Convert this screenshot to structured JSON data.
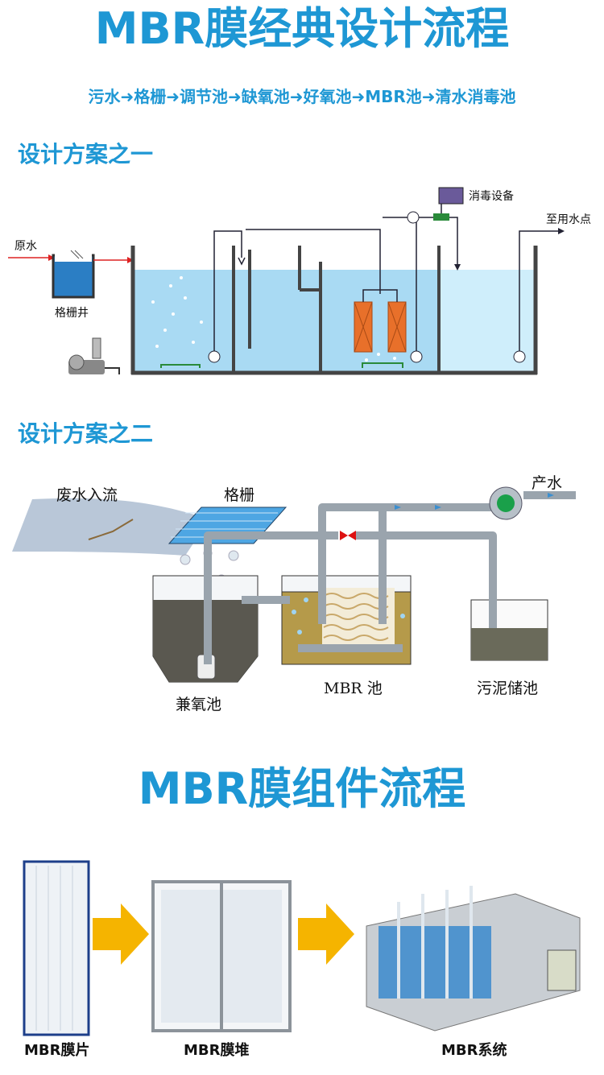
{
  "header": {
    "title": "MBR膜经典设计流程",
    "process_flow": "污水➜格栅➜调节池➜缺氧池➜好氧池➜MBR池➜清水消毒池"
  },
  "scheme1": {
    "title": "设计方案之一",
    "labels": {
      "raw_water": "原水",
      "grate_well": "格栅井",
      "disinfection": "消毒设备",
      "to_use": "至用水点"
    }
  },
  "scheme2": {
    "title": "设计方案之二",
    "labels": {
      "inflow": "废水入流",
      "grate": "格栅",
      "product_water": "产水",
      "anoxic_tank": "兼氧池",
      "mbr_tank": "MBR 池",
      "sludge_tank": "污泥储池"
    }
  },
  "module_flow": {
    "title": "MBR膜组件流程",
    "items": [
      {
        "label": "MBR膜片"
      },
      {
        "label": "MBR膜堆"
      },
      {
        "label": "MBR系统"
      }
    ]
  },
  "colors": {
    "accent": "#1e97d4",
    "water": "#bfe3f5",
    "module": "#e8702a",
    "pipe": "#9aa4ad",
    "arrow": "#f5b400"
  }
}
